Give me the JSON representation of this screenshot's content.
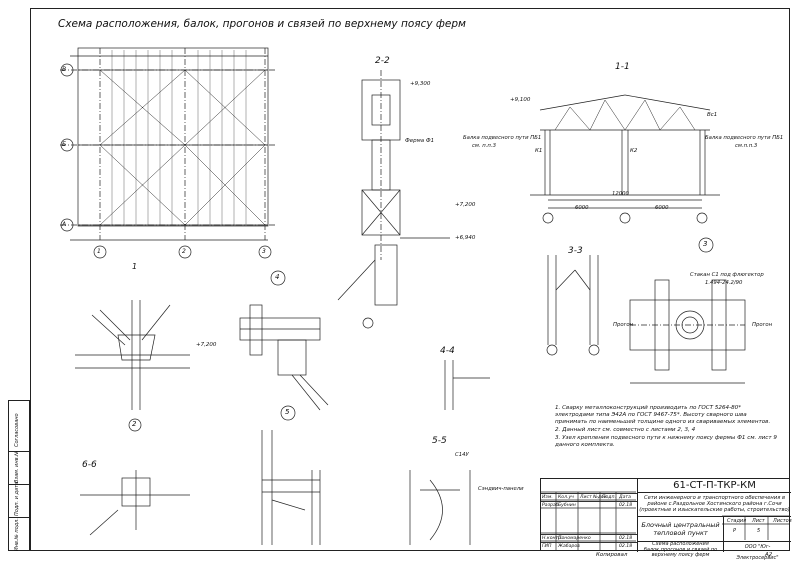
{
  "drawing": {
    "title": "Схема расположения, балок, прогонов и связей по верхнему поясу ферм",
    "sections": {
      "s22": "2-2",
      "s11": "1-1",
      "s33": "3-3",
      "s44": "4-4",
      "s55": "5-5",
      "s66": "6-6"
    },
    "nodes": [
      "1",
      "2",
      "3",
      "4",
      "5"
    ],
    "axes_letters": [
      "В",
      "Б",
      "А"
    ],
    "axes_numbers": [
      "1",
      "2",
      "3"
    ],
    "levels": {
      "top": "+9,300",
      "mid": "+7,200",
      "beam": "+6,940",
      "v1": "+9,100",
      "v2": "+7,200"
    },
    "labels": {
      "truss": "Ферма Ф1",
      "beam_left": "Балка подвесного пути ПБ1",
      "beam_left_ref": "см. п.п.3",
      "beam_right": "Балка подвесного пути ПБ1",
      "beam_right_ref": "см.п.п.3",
      "k1": "К1",
      "k2": "К2",
      "vs1": "Вс1",
      "stop": "Стакан С1 под флюгектор",
      "stop_ref": "1.494-24.2/90",
      "sendvich": "Сэндвич-панели",
      "c14u": "С14У",
      "progon": "Прогон",
      "dims": [
        "6000",
        "6000",
        "12000"
      ]
    }
  },
  "notes": [
    "1. Сварку металлоконструкций производить по ГОСТ 5264-80* электродами типа Э42А по ГОСТ 9467-75*. Высоту сварного шва принимать по наименьшей толщине одного из свариваемых элементов.",
    "2. Данный лист см. совместно с листами 2, 3, 4",
    "3. Узел крепления подвесного пути к нижнему поясу фермы Ф1 см. лист 9 данного комплекта."
  ],
  "stamp": {
    "code": "61-СТ-П-ТКР-КМ",
    "org": "Сети инженерного и транспортного обеспечения в районе с.Раздольное Хостинского района г.Сочи (проектные и изыскательские работы, строительство)",
    "object": "Блочный центральный тепловой пункт",
    "sheet_desc": "Схема расположения балок,прогонов и связей по верхнему поясу ферм",
    "stage_h": "Стадия",
    "sheet_h": "Лист",
    "sheets_h": "Листов",
    "stage": "Р",
    "sheet": "5",
    "company": "ООО \"Юг-Электросервис\"",
    "rows": [
      {
        "role": "Изм.",
        "name": "Кол.уч",
        "doc": "Лист №док",
        "sign": "Подп.",
        "date": "Дата"
      },
      {
        "role": "Разраб.",
        "name": "Бубнин",
        "doc": "",
        "sign": "",
        "date": "02.18"
      },
      {
        "role": "Н.контр.",
        "name": "Пономаренко",
        "doc": "",
        "sign": "",
        "date": "02.18"
      },
      {
        "role": "ГИП",
        "name": "Жабаров",
        "doc": "",
        "sign": "",
        "date": "02.18"
      }
    ]
  },
  "side": [
    "Согласовано",
    "Взам. инв.№",
    "Подп. и дата",
    "Инв.№ подл."
  ],
  "footer": {
    "copy": "Копировал",
    "format": "А2"
  }
}
